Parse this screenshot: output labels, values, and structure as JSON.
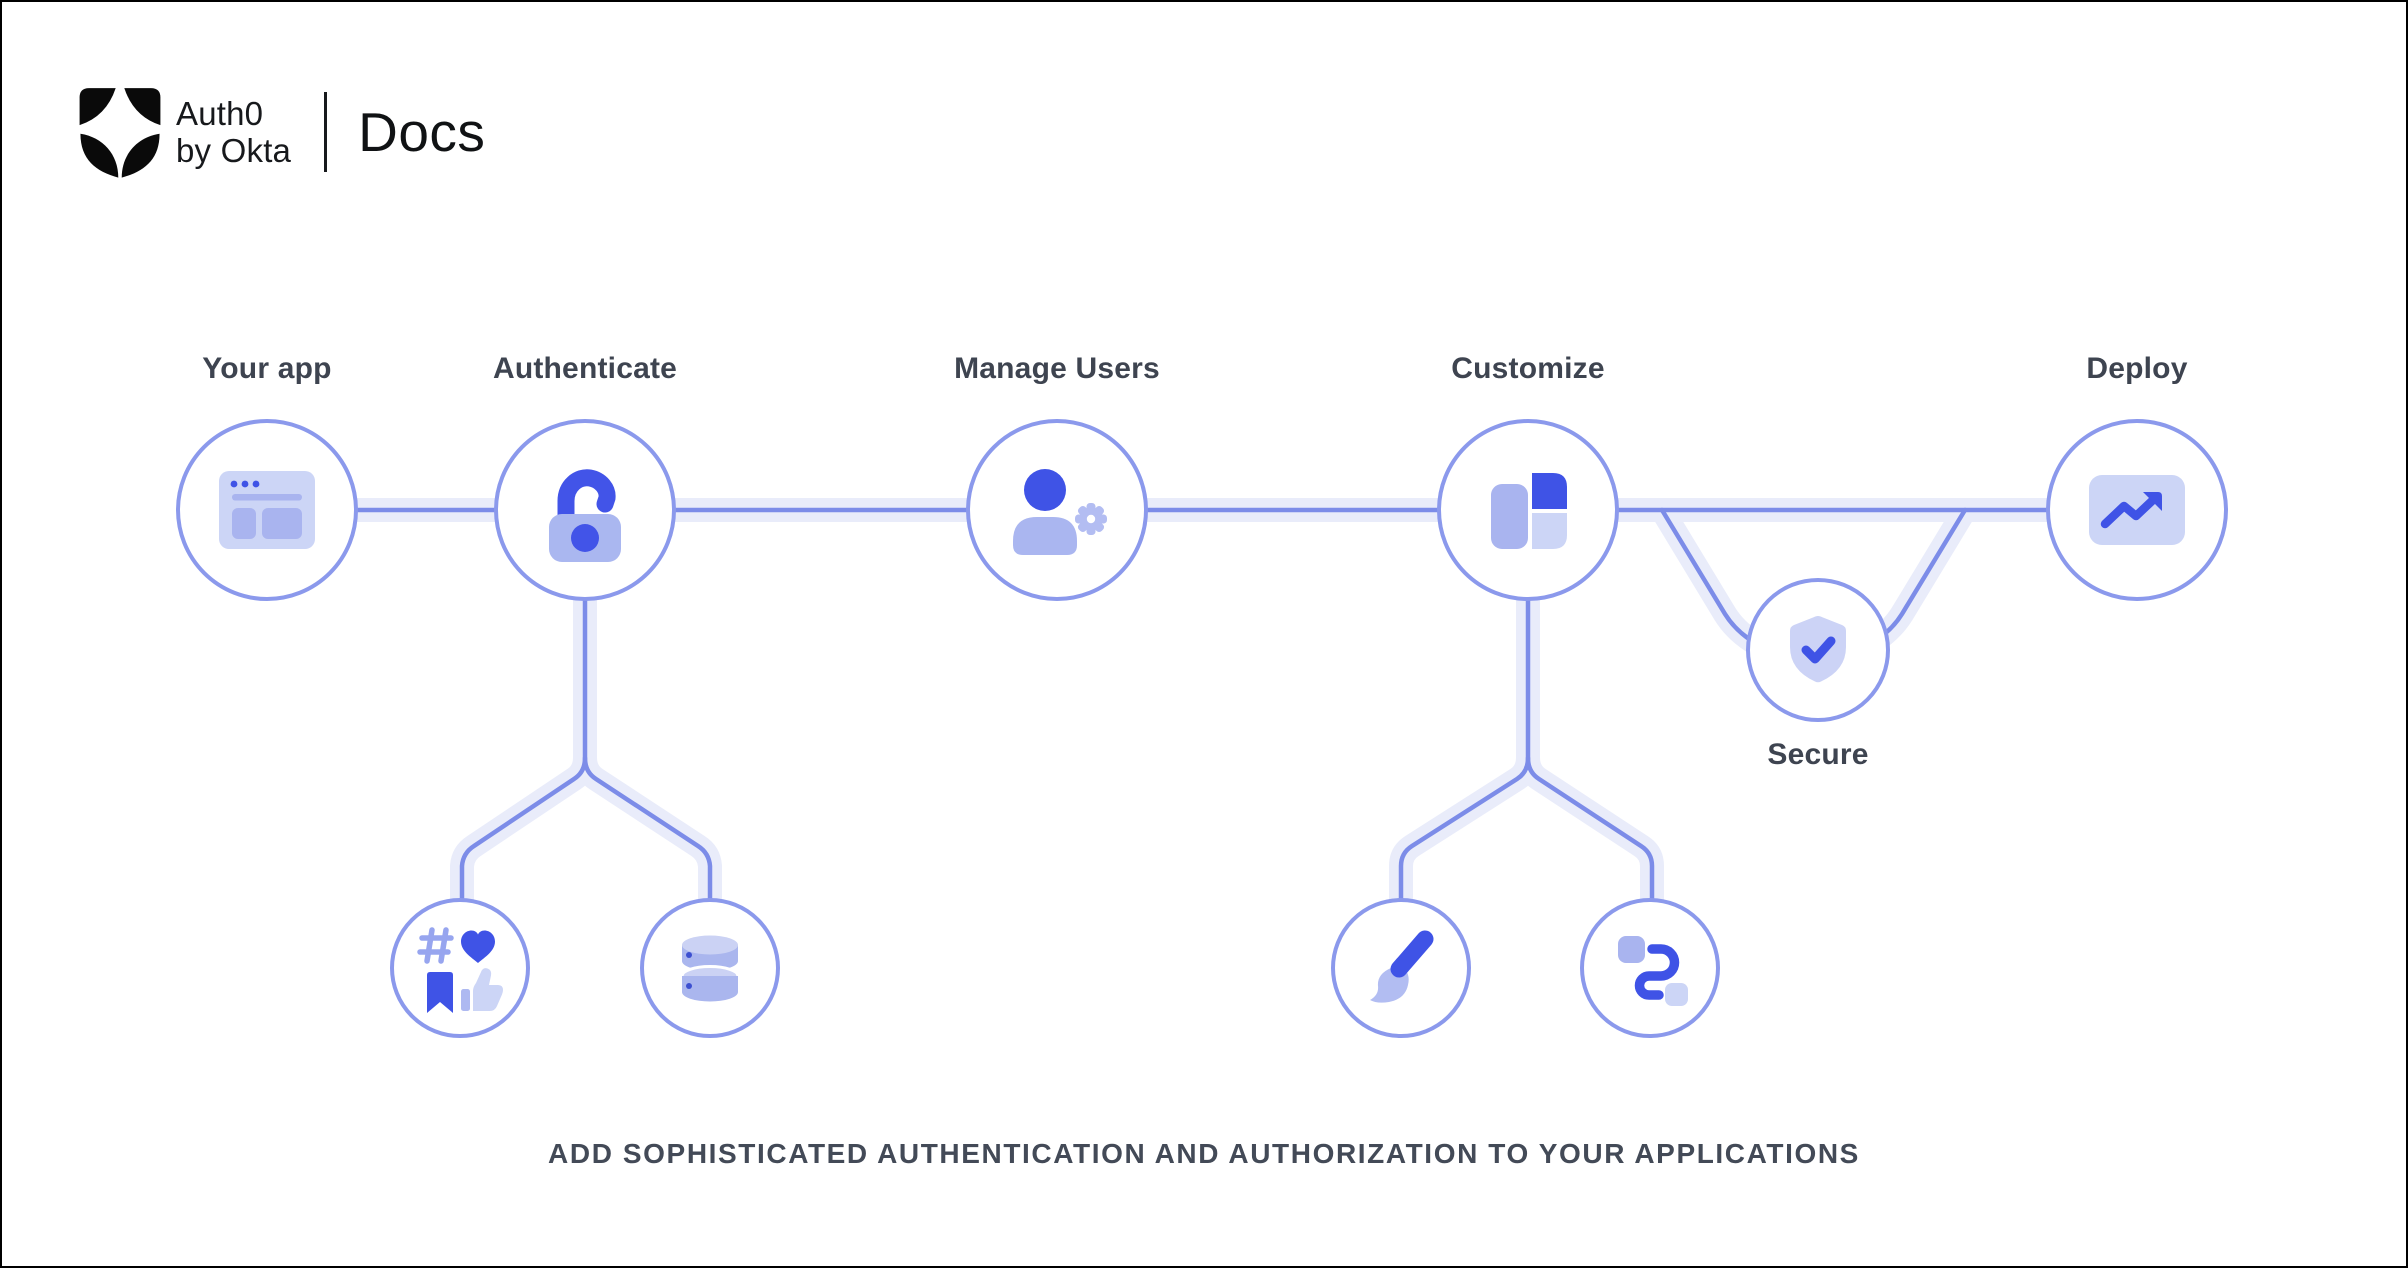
{
  "header": {
    "brand_top": "Auth0",
    "brand_bottom": "by Okta",
    "product": "Docs"
  },
  "diagram": {
    "nodes": {
      "your_app": {
        "label": "Your app",
        "icon": "browser-window-icon"
      },
      "authenticate": {
        "label": "Authenticate",
        "icon": "open-padlock-icon"
      },
      "manage_users": {
        "label": "Manage Users",
        "icon": "user-gear-icon"
      },
      "customize": {
        "label": "Customize",
        "icon": "layout-blocks-icon"
      },
      "secure": {
        "label": "Secure",
        "icon": "shield-check-icon"
      },
      "deploy": {
        "label": "Deploy",
        "icon": "trend-up-chart-icon"
      }
    },
    "sub_nodes": {
      "social_login": {
        "icon": "social-engagement-icon"
      },
      "database": {
        "icon": "database-icon"
      },
      "branding": {
        "icon": "paintbrush-icon"
      },
      "workflow": {
        "icon": "workflow-icon"
      }
    }
  },
  "tagline": "ADD SOPHISTICATED AUTHENTICATION AND AUTHORIZATION TO YOUR APPLICATIONS",
  "colors": {
    "accent_blue": "#4254e8",
    "periwinkle": "#a9b5ef",
    "light_periwinkle": "#ccd5f6",
    "wire": "#7c8ce8",
    "wire_halo": "#e9ecfa",
    "circle_border": "#8b99ec",
    "label_text": "#3e4450",
    "tagline_text": "#434a57",
    "brand_black": "#17191c"
  }
}
